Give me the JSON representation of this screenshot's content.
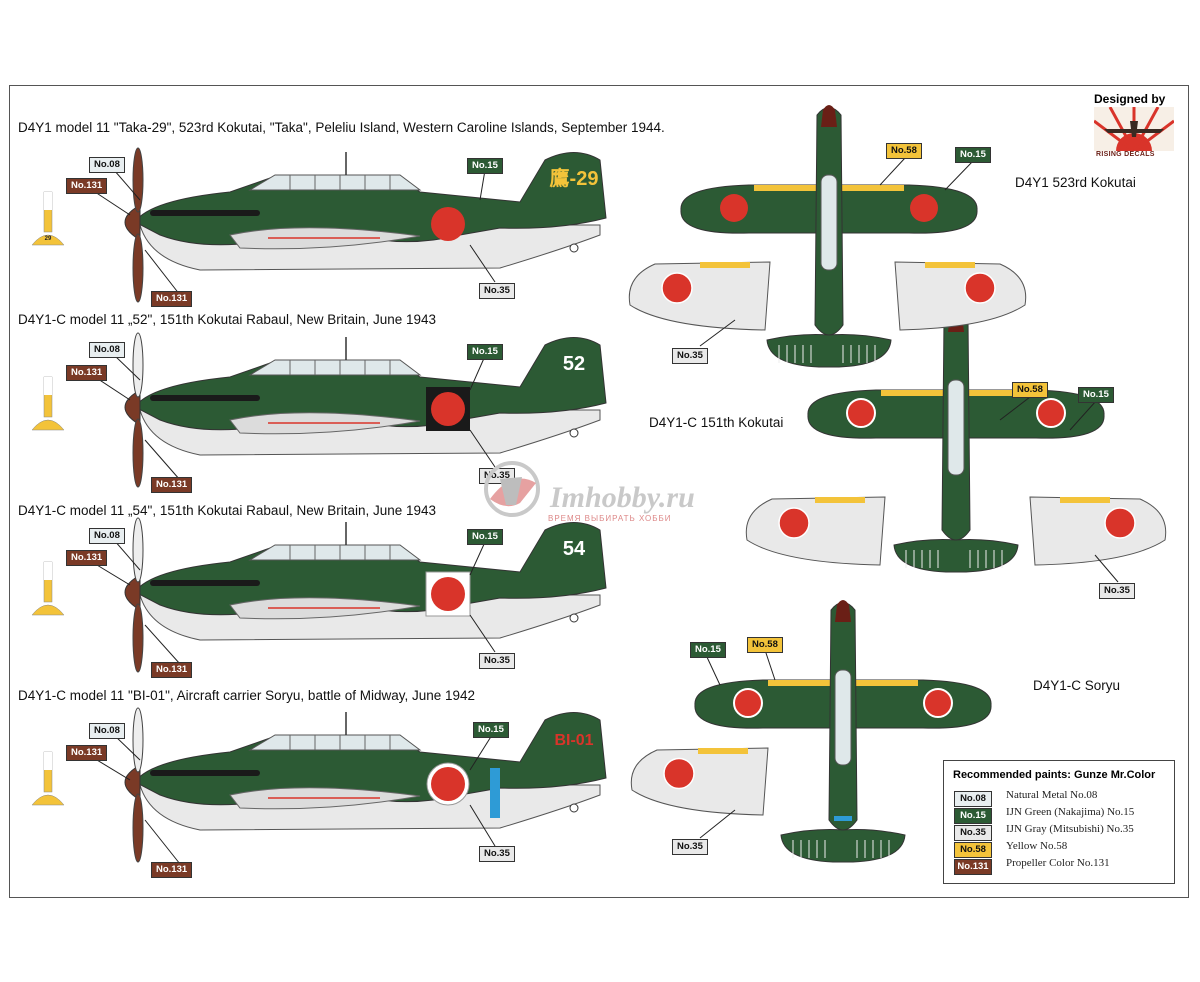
{
  "captions": [
    "D4Y1 model 11 \"Taka-29\", 523rd Kokutai, \"Taka\", Peleliu Island, Western Caroline Islands, September 1944.",
    "D4Y1-C model 11 „52\", 151th Kokutai Rabaul, New Britain, June 1943",
    "D4Y1-C model 11 „54\", 151th Kokutai Rabaul, New Britain, June 1943",
    "D4Y1-C model 11 \"BI-01\", Aircraft carrier Soryu, battle of Midway, June 1942"
  ],
  "side_views": [
    {
      "tail_code": "鷹-29",
      "tail_color": "#f3c33a",
      "hinomaru_surround": "none",
      "fuselage_band": "none",
      "fin_stripe": "29"
    },
    {
      "tail_code": "52",
      "tail_color": "#ffffff",
      "hinomaru_surround": "black",
      "fuselage_band": "none",
      "fin_stripe": ""
    },
    {
      "tail_code": "54",
      "tail_color": "#ffffff",
      "hinomaru_surround": "white",
      "fuselage_band": "none",
      "fin_stripe": ""
    },
    {
      "tail_code": "BI-01",
      "tail_color": "#d9342a",
      "hinomaru_surround": "white-ring",
      "fuselage_band": "#2e9bd6",
      "fin_stripe": ""
    }
  ],
  "top_views": [
    {
      "name": "D4Y1 523rd Kokutai"
    },
    {
      "name": "D4Y1-C 151th Kokutai"
    },
    {
      "name": "D4Y1-C Soryu"
    }
  ],
  "paint_tags": {
    "n08": "No.08",
    "n15": "No.15",
    "n35": "No.35",
    "n58": "No.58",
    "n131": "No.131"
  },
  "legend": {
    "title": "Recommended paints: Gunze Mr.Color",
    "rows": [
      {
        "code": "No.08",
        "text": "Natural Metal No.08",
        "color": "#e8eef0"
      },
      {
        "code": "No.15",
        "text": "IJN Green (Nakajima) No.15",
        "color": "#2c5a34"
      },
      {
        "code": "No.35",
        "text": "IJN Gray (Mitsubishi) No.35",
        "color": "#e9e9e9"
      },
      {
        "code": "No.58",
        "text": "Yellow No.58",
        "color": "#f3c33a"
      },
      {
        "code": "No.131",
        "text": "Propeller Color No.131",
        "color": "#7a3a26"
      }
    ]
  },
  "designer": {
    "label": "Designed by",
    "brand": "RISING DECALS"
  },
  "watermark": {
    "text": "Imhobby.ru",
    "subtext": "ВРЕМЯ ВЫБИРАТЬ ХОББИ"
  },
  "colors": {
    "ijn_green": "#2c5a34",
    "ijn_gray": "#e9e9e9",
    "hinomaru_red": "#d9342a",
    "yellow": "#f3c33a",
    "propeller": "#7a3a26"
  }
}
